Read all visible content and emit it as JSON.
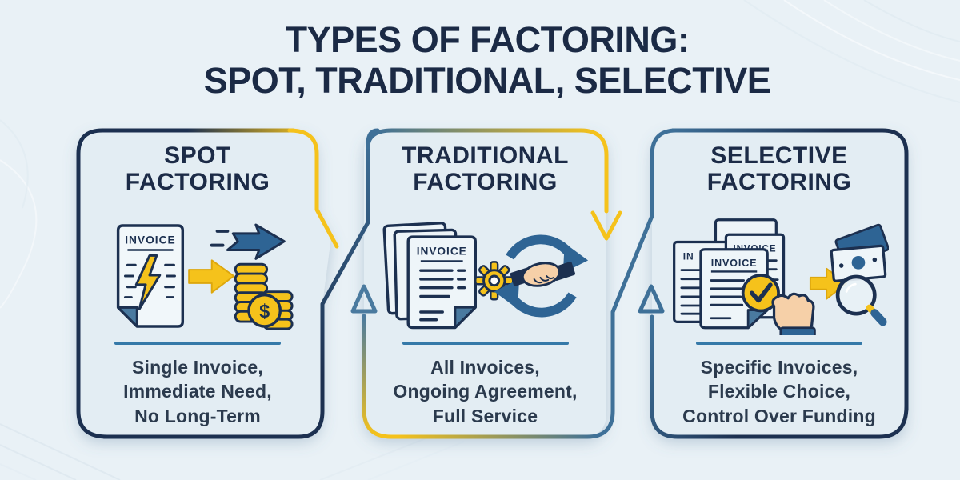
{
  "header": {
    "title_line1": "TYPES OF FACTORING:",
    "title_line2": "SPOT, TRADITIONAL, SELECTIVE"
  },
  "cards": [
    {
      "id": "spot-factoring",
      "title_line1": "SPOT",
      "title_line2": "FACTORING",
      "desc": [
        "Single Invoice,",
        "Immediate Need,",
        "No Long-Term"
      ],
      "icons": [
        "invoice-lightning-icon",
        "arrow-right-icon",
        "fast-forward-arrow-icon",
        "coin-stack-dollar-icon"
      ]
    },
    {
      "id": "traditional-factoring",
      "title_line1": "TRADITIONAL",
      "title_line2": "FACTORING",
      "desc": [
        "All Invoices,",
        "Ongoing Agreement,",
        "Full Service"
      ],
      "icons": [
        "invoice-stack-icon",
        "gear-icon",
        "handshake-cycle-icon"
      ]
    },
    {
      "id": "selective-factoring",
      "title_line1": "SELECTIVE",
      "title_line2": "FACTORING",
      "desc": [
        "Specific Invoices,",
        "Flexible Choice,",
        "Control Over Funding"
      ],
      "icons": [
        "invoice-selection-icon",
        "check-circle-icon",
        "hand-pick-icon",
        "arrow-right-icon",
        "money-magnifier-icon"
      ]
    }
  ],
  "icon_labels": {
    "invoice": "INVOICE",
    "in_abbrev": "IN",
    "dollar_sign": "$"
  },
  "connectors": [
    "up-arrow-between-card1-card2",
    "down-arrow-right-of-card2",
    "up-arrow-between-card2-card3"
  ],
  "colors": {
    "background": "#e9f1f6",
    "card_fill": "#e3edf3",
    "navy": "#1c3050",
    "steel_blue": "#3e7098",
    "accent_yellow": "#f5c21b",
    "title_text": "#1b2a45",
    "body_text": "#2b3a4d",
    "divider": "#3579a8"
  }
}
